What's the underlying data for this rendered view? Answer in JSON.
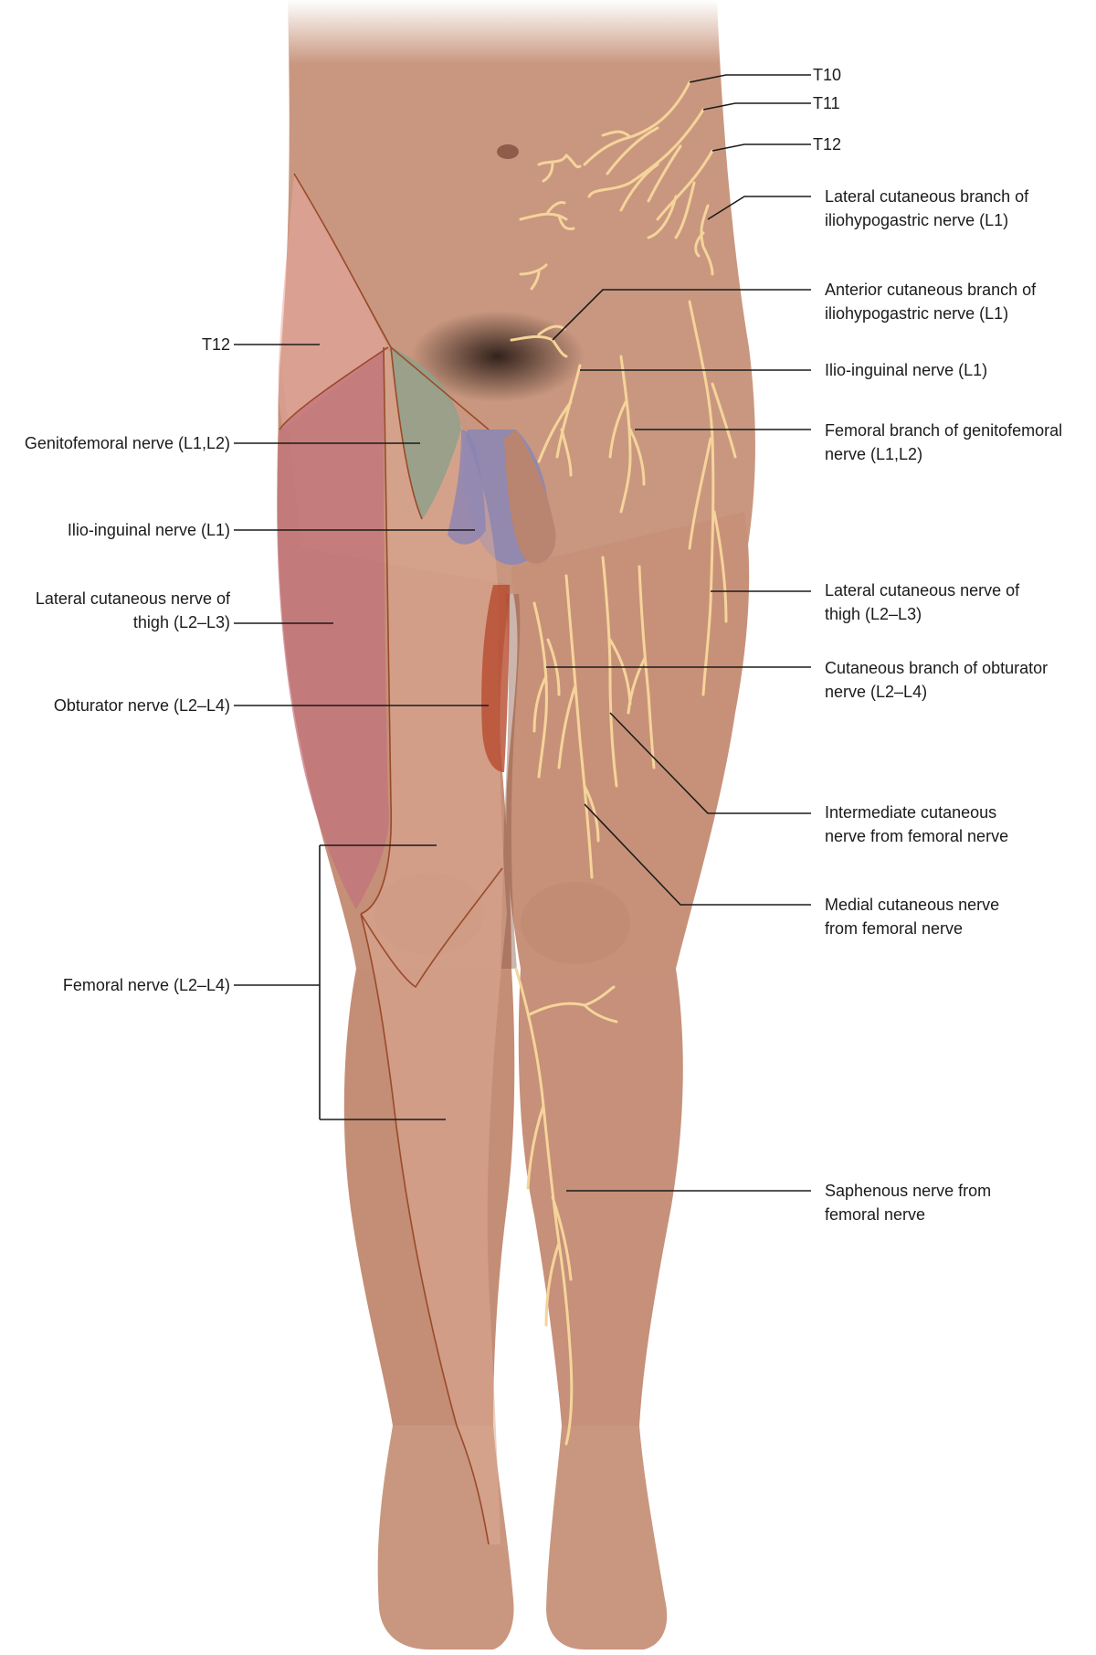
{
  "diagram": {
    "right_labels": {
      "t10": "T10",
      "t11": "T11",
      "t12": "T12",
      "lat_iliohypo": [
        "Lateral cutaneous branch of",
        "iliohypogastric nerve (L1)"
      ],
      "ant_iliohypo": [
        "Anterior cutaneous branch of",
        "iliohypogastric nerve (L1)"
      ],
      "ilioinguinal": "Ilio-inguinal nerve (L1)",
      "femoral_branch_gf": [
        "Femoral branch of genitofemoral",
        "nerve (L1,L2)"
      ],
      "lat_cut_thigh": [
        "Lateral cutaneous nerve of",
        "thigh (L2–L3)"
      ],
      "obturator_branch": [
        "Cutaneous branch of obturator",
        "nerve (L2–L4)"
      ],
      "intermediate": [
        "Intermediate cutaneous",
        "nerve from femoral nerve"
      ],
      "medial": [
        "Medial cutaneous nerve",
        "from femoral nerve"
      ],
      "saphenous": [
        "Saphenous nerve from",
        "femoral nerve"
      ]
    },
    "left_labels": {
      "t12": "T12",
      "genitofemoral": "Genitofemoral nerve (L1,L2)",
      "ilioinguinal": "Ilio-inguinal nerve (L1)",
      "lat_cut_thigh": [
        "Lateral cutaneous nerve of",
        "thigh (L2–L3)"
      ],
      "obturator": "Obturator nerve (L2–L4)",
      "femoral": "Femoral nerve (L2–L4)"
    },
    "colors": {
      "skin": "#c9977f",
      "skin_shadow": "#a9735d",
      "nerve": "#f5d49a",
      "t12_region": "#e7a8a0",
      "lateral_thigh_region": "#c2707a",
      "genitofemoral_region": "#8fa089",
      "ilioinguinal_region": "#8a85b5",
      "obturator_region": "#b74a2e",
      "femoral_region": "#dcab93",
      "boundary": "#9a4a2a",
      "leader": "#1b1b1b"
    }
  }
}
